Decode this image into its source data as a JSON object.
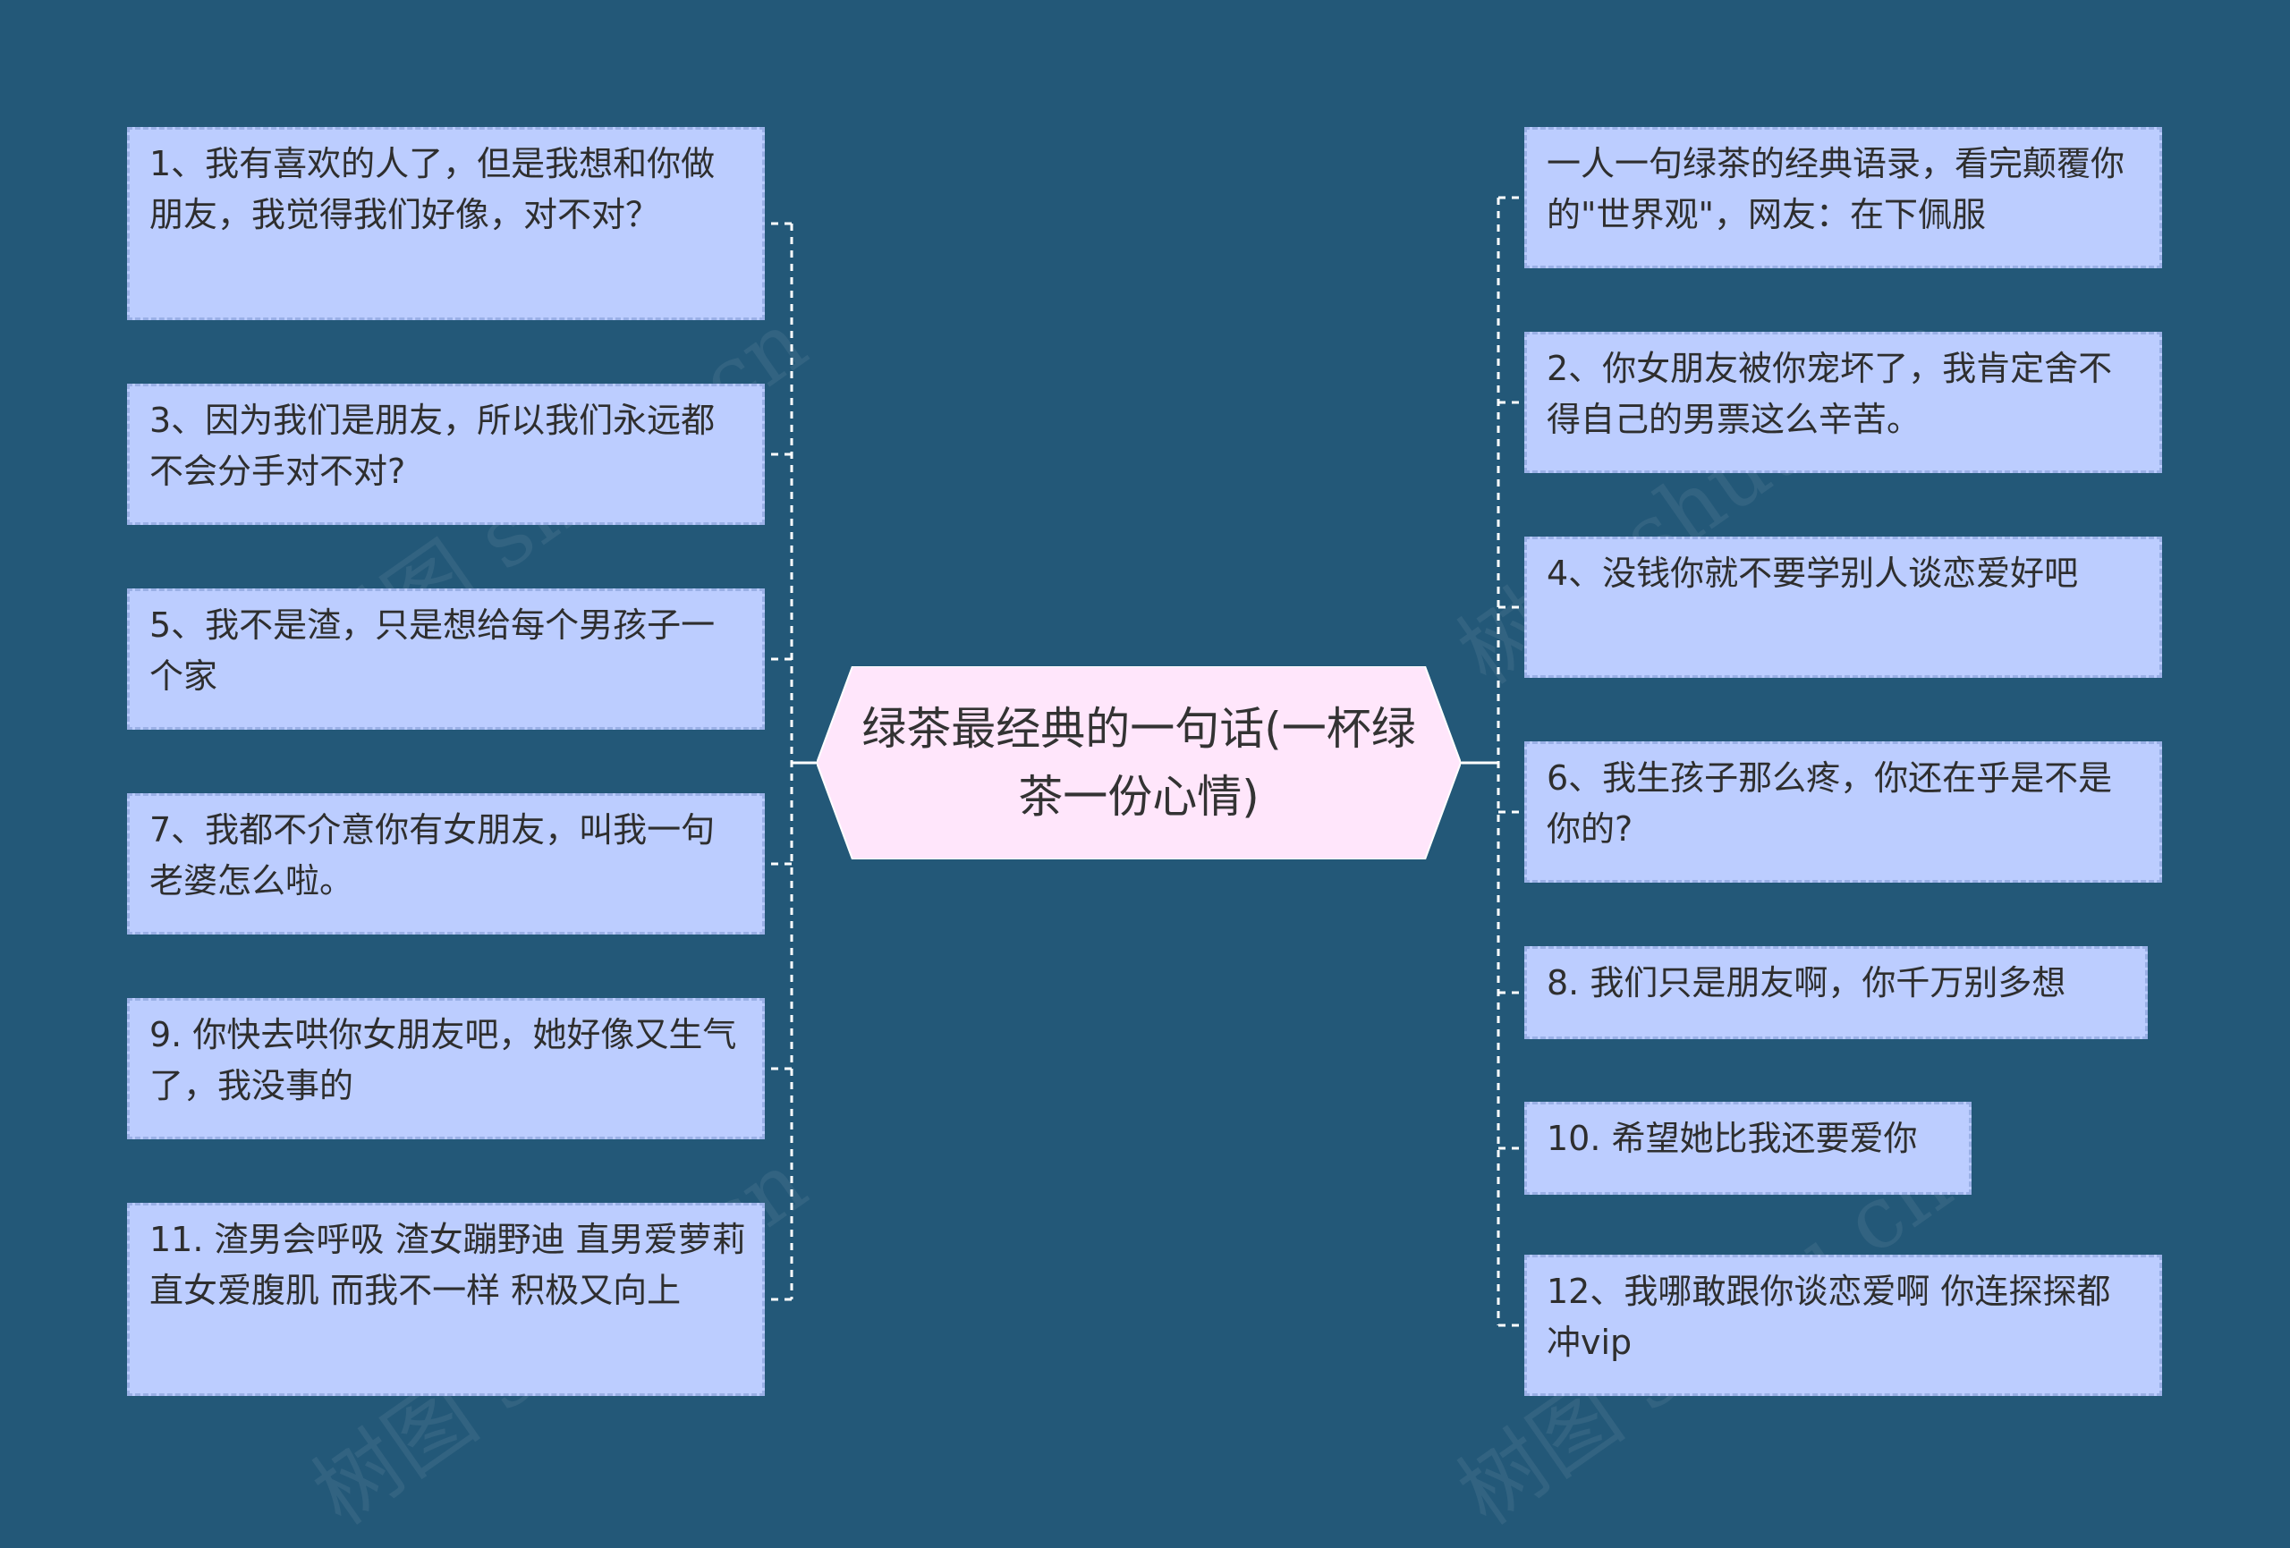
{
  "center": {
    "text": "绿茶最经典的一句话(一杯绿茶一份心情)"
  },
  "left_nodes": [
    "1、我有喜欢的人了，但是我想和你做朋友，我觉得我们好像，对不对？",
    "3、因为我们是朋友，所以我们永远都不会分手对不对?",
    "5、我不是渣，只是想给每个男孩子一个家",
    "7、我都不介意你有女朋友，叫我一句老婆怎么啦。",
    "9. 你快去哄你女朋友吧，她好像又生气了，我没事的",
    "11. 渣男会呼吸 渣女蹦野迪 直男爱萝莉 直女爱腹肌 而我不一样 积极又向上"
  ],
  "right_nodes": [
    "一人一句绿茶的经典语录，看完颠覆你的\"世界观\"，网友：在下佩服",
    "2、你女朋友被你宠坏了，我肯定舍不得自己的男票这么辛苦。",
    "4、没钱你就不要学别人谈恋爱好吧",
    "6、我生孩子那么疼，你还在乎是不是你的?",
    "8. 我们只是朋友啊，你千万别多想",
    "10. 希望她比我还要爱你",
    "12、我哪敢跟你谈恋爱啊 你连探探都冲vip"
  ],
  "watermark": "树图 shutu.cn",
  "colors": {
    "background": "#235878",
    "node_fill": "#bccdff",
    "node_border": "#9ab0e6",
    "center_fill": "#ffe6fb",
    "connector": "#ffffff"
  }
}
